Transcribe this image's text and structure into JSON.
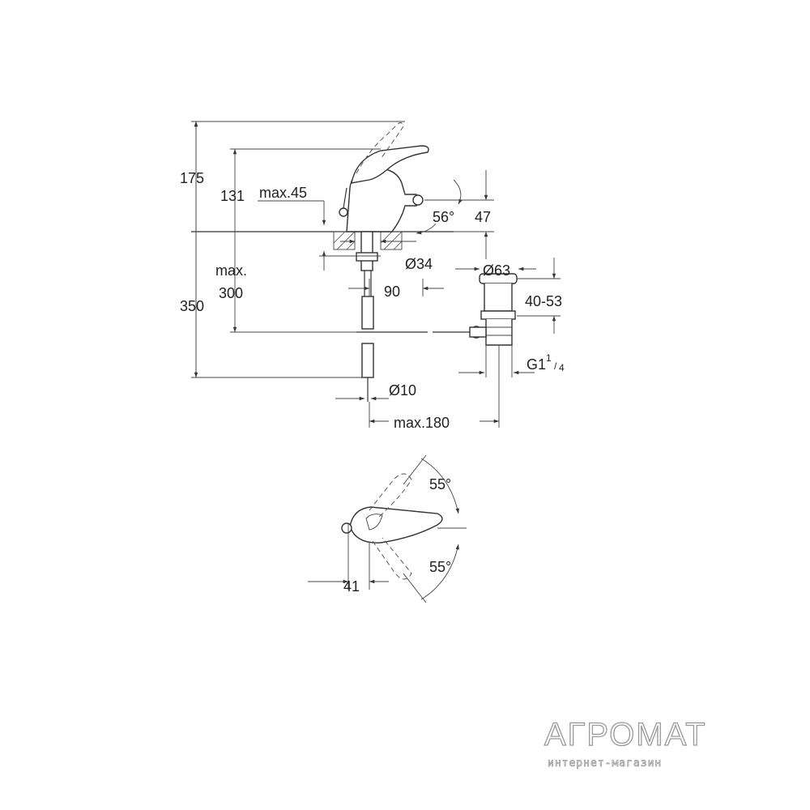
{
  "dimensions": {
    "d175": "175",
    "d131": "131",
    "max45": "max.45",
    "angle56": "56°",
    "d47": "47",
    "max_word": "max.",
    "d300": "300",
    "d350": "350",
    "dia34": "Ø34",
    "d90": "90",
    "dia63": "Ø63",
    "range4053": "40-53",
    "thread_main": "G1",
    "thread_num": "1",
    "thread_den": "4",
    "dia10": "Ø10",
    "max180": "max.180",
    "angle55_top": "55°",
    "angle55_bottom": "55°",
    "d41": "41"
  },
  "watermark": {
    "brand": "АГРОМАТ",
    "tagline": "интернет-магазин"
  },
  "colors": {
    "line": "#333333",
    "watermark_outline": "#9a9a9a",
    "background": "#ffffff"
  }
}
